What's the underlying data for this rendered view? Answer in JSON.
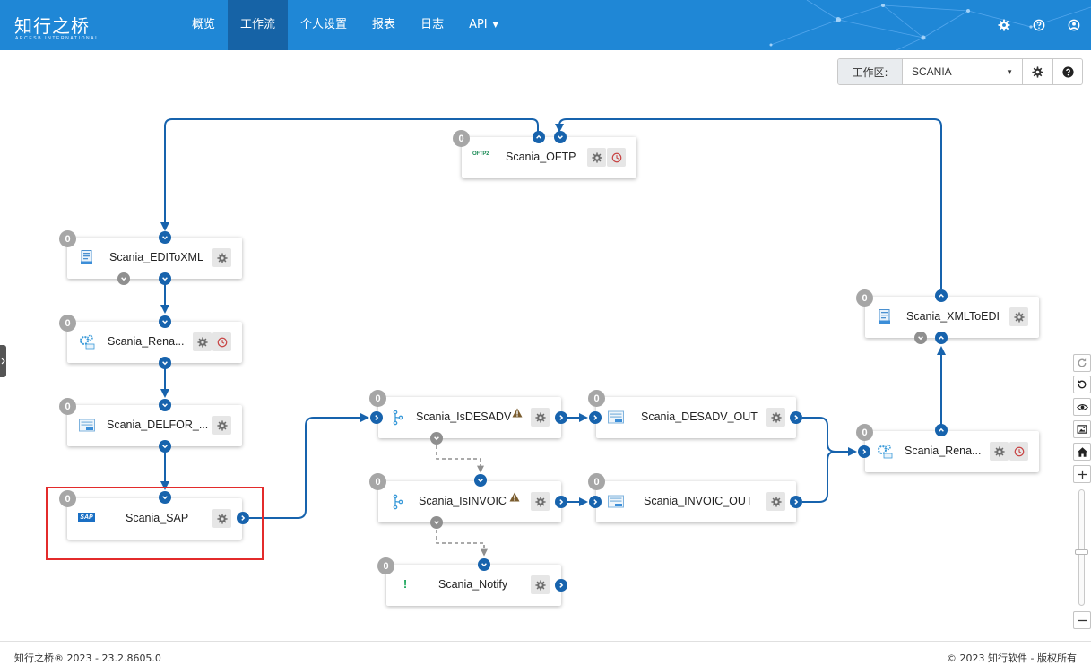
{
  "app": {
    "logo_text": "知行之桥",
    "logo_subtext": "ARCESB INTERNATIONAL"
  },
  "nav": {
    "items": [
      "概览",
      "工作流",
      "个人设置",
      "报表",
      "日志",
      "API"
    ],
    "active_index": 1
  },
  "header_icons": [
    "gear-icon",
    "help-circle-icon",
    "user-icon"
  ],
  "workspace": {
    "label": "工作区:",
    "selected": "SCANIA"
  },
  "nodes": [
    {
      "id": "oftp",
      "label": "Scania_OFTP",
      "count": "0",
      "icon_text": "OFTP2"
    },
    {
      "id": "editoxml",
      "label": "Scania_EDIToXML",
      "count": "0"
    },
    {
      "id": "rena1",
      "label": "Scania_Rena...",
      "count": "0"
    },
    {
      "id": "delfor",
      "label": "Scania_DELFOR_...",
      "count": "0"
    },
    {
      "id": "sap",
      "label": "Scania_SAP",
      "count": "0",
      "icon_text": "SAP"
    },
    {
      "id": "isdesadv",
      "label": "Scania_IsDESADV",
      "count": "0"
    },
    {
      "id": "isinvoic",
      "label": "Scania_IsINVOIC",
      "count": "0"
    },
    {
      "id": "notify",
      "label": "Scania_Notify",
      "count": "0",
      "icon_text": "!"
    },
    {
      "id": "desadvout",
      "label": "Scania_DESADV_OUT",
      "count": "0"
    },
    {
      "id": "invoicout",
      "label": "Scania_INVOIC_OUT",
      "count": "0"
    },
    {
      "id": "xmltoedi",
      "label": "Scania_XMLToEDI",
      "count": "0"
    },
    {
      "id": "rena2",
      "label": "Scania_Rena...",
      "count": "0"
    }
  ],
  "colors": {
    "header_bg": "#1f87d6",
    "nav_active": "#1663a6",
    "connector": "#1763ad",
    "selection": "#e32b2b",
    "badge": "#a6a6a6"
  },
  "footer": {
    "left": "知行之桥® 2023 - 23.2.8605.0",
    "right": "© 2023 知行软件 - 版权所有"
  }
}
